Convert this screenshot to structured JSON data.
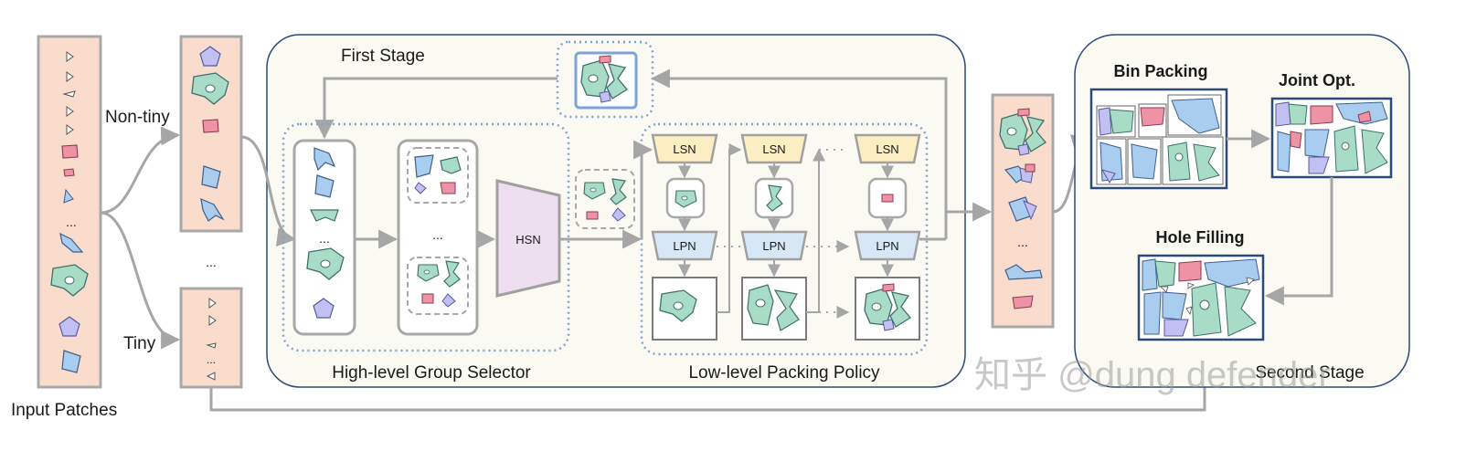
{
  "labels": {
    "input_patches": "Input Patches",
    "non_tiny": "Non-tiny",
    "tiny": "Tiny",
    "first_stage": "First Stage",
    "high_level": "High-level Group Selector",
    "low_level": "Low-level Packing Policy",
    "second_stage": "Second Stage",
    "bin_packing": "Bin Packing",
    "joint_opt": "Joint Opt.",
    "hole_filling": "Hole Filling",
    "hsn": "HSN",
    "lsn": "LSN",
    "lpn": "LPN",
    "ellipsis": "..."
  },
  "watermark": "知乎 @dung defender",
  "colors": {
    "peach": "#f9dccb",
    "panel": "#fafaf2",
    "teal": "#a9dcc6",
    "blue": "#a9cdef",
    "lavender": "#c2c0f2",
    "pink": "#ee93a6",
    "lsn_fill": "#fbeec2",
    "lpn_fill": "#d7e7f6",
    "hsn_fill": "#eedff0",
    "navy": "#2c4a78",
    "dotted": "#7fa3d6",
    "arrow": "#a6a6a6"
  }
}
